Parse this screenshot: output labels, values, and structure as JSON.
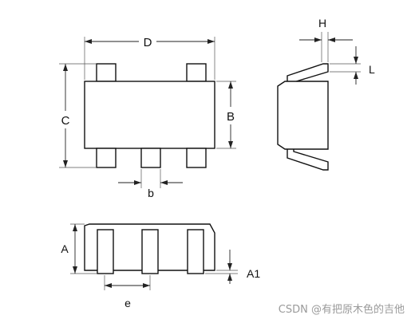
{
  "labels": {
    "D": "D",
    "H": "H",
    "L": "L",
    "C": "C",
    "B": "B",
    "b": "b",
    "A": "A",
    "A1": "A1",
    "e": "e"
  },
  "watermark": "CSDN @有把原木色的吉他",
  "colors": {
    "line": "#111111",
    "watermark": "#9a9a9a"
  }
}
